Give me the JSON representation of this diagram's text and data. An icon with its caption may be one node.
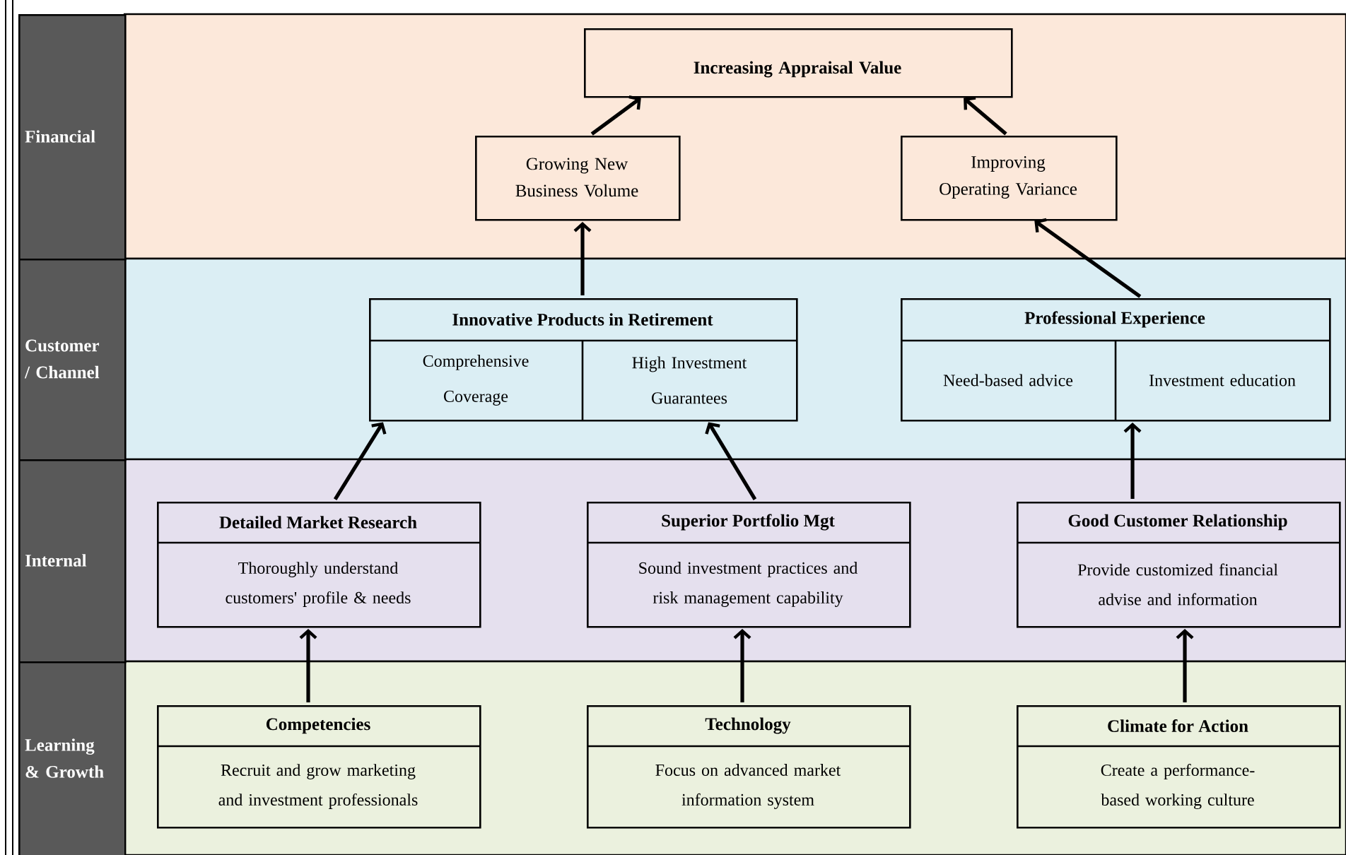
{
  "diagram": {
    "nodes": [
      {
        "text": [
          "Financial"
        ]
      },
      {
        "text": [
          "Increasing Appraisal Value"
        ]
      },
      {
        "text": [
          "Growing New Business Volume"
        ]
      },
      {
        "text": [
          "Improving Operating Variance"
        ]
      },
      {
        "text": [
          "Customer / Channel"
        ]
      },
      {
        "text": [
          "Innovative Products in Retirement",
          "Comprehensive Coverage",
          "High Investment Guarantees"
        ]
      },
      {
        "text": [
          "Professional Experience",
          "Need-based advice",
          "Investment education"
        ]
      },
      {
        "text": [
          "Internal"
        ]
      },
      {
        "text": [
          "Detailed Market Research",
          "Thoroughly understand customers' profile & needs"
        ]
      },
      {
        "text": [
          "Superior Portfolio Mgt",
          "Sound investment practices and risk management capability"
        ]
      },
      {
        "text": [
          "Good Customer Relationship",
          "Provide customized financial advise and information"
        ]
      },
      {
        "text": [
          "Learning & Growth"
        ]
      },
      {
        "text": [
          "Competencies",
          "Recruit and grow marketing and investment professionals"
        ]
      },
      {
        "text": [
          "Technology",
          "Focus on advanced market information system"
        ]
      },
      {
        "text": [
          "Climate for Action",
          "Create a performance-based working culture"
        ]
      }
    ],
    "edges": [
      {
        "from": 2,
        "to": 1,
        "arrow": "to"
      },
      {
        "from": 3,
        "to": 1,
        "arrow": "to"
      },
      {
        "from": 5,
        "to": 2,
        "arrow": "to"
      },
      {
        "from": 6,
        "to": 3,
        "arrow": "to"
      },
      {
        "from": 8,
        "to": 5,
        "arrow": "to"
      },
      {
        "from": 9,
        "to": 5,
        "arrow": "to"
      },
      {
        "from": 10,
        "to": 6,
        "arrow": "to"
      },
      {
        "from": 12,
        "to": 8,
        "arrow": "to"
      },
      {
        "from": 13,
        "to": 9,
        "arrow": "to"
      },
      {
        "from": 14,
        "to": 10,
        "arrow": "to"
      }
    ]
  }
}
